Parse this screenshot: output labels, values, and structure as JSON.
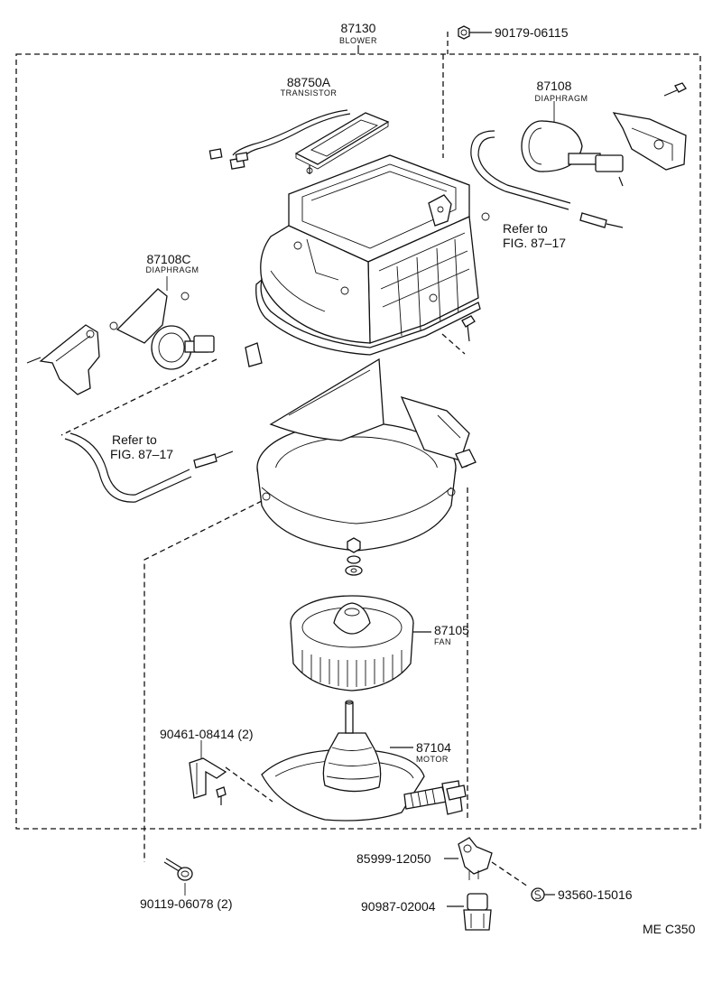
{
  "labels": {
    "blower_no": "87130",
    "blower_name": "BLOWER",
    "bolt_top": "90179-06115",
    "transistor_no": "88750A",
    "transistor_name": "TRANSISTOR",
    "diaphragm_no": "87108",
    "diaphragm_name": "DIAPHRAGM",
    "refer_right_1": "Refer to",
    "refer_right_2": "FIG. 87–17",
    "diaphragm_c_no": "87108C",
    "diaphragm_c_name": "DIAPHRAGM",
    "refer_left_1": "Refer to",
    "refer_left_2": "FIG. 87–17",
    "fan_no": "87105",
    "fan_name": "FAN",
    "clamp_no": "90461-08414 (2)",
    "motor_no": "87104",
    "motor_name": "MOTOR",
    "connector_no": "85999-12050",
    "screw_no": "93560-15016",
    "bolt_bottom": "90119-06078 (2)",
    "socket_no": "90987-02004",
    "figure_code": "ME C350"
  },
  "colors": {
    "ink": "#111111",
    "paper": "#ffffff"
  }
}
